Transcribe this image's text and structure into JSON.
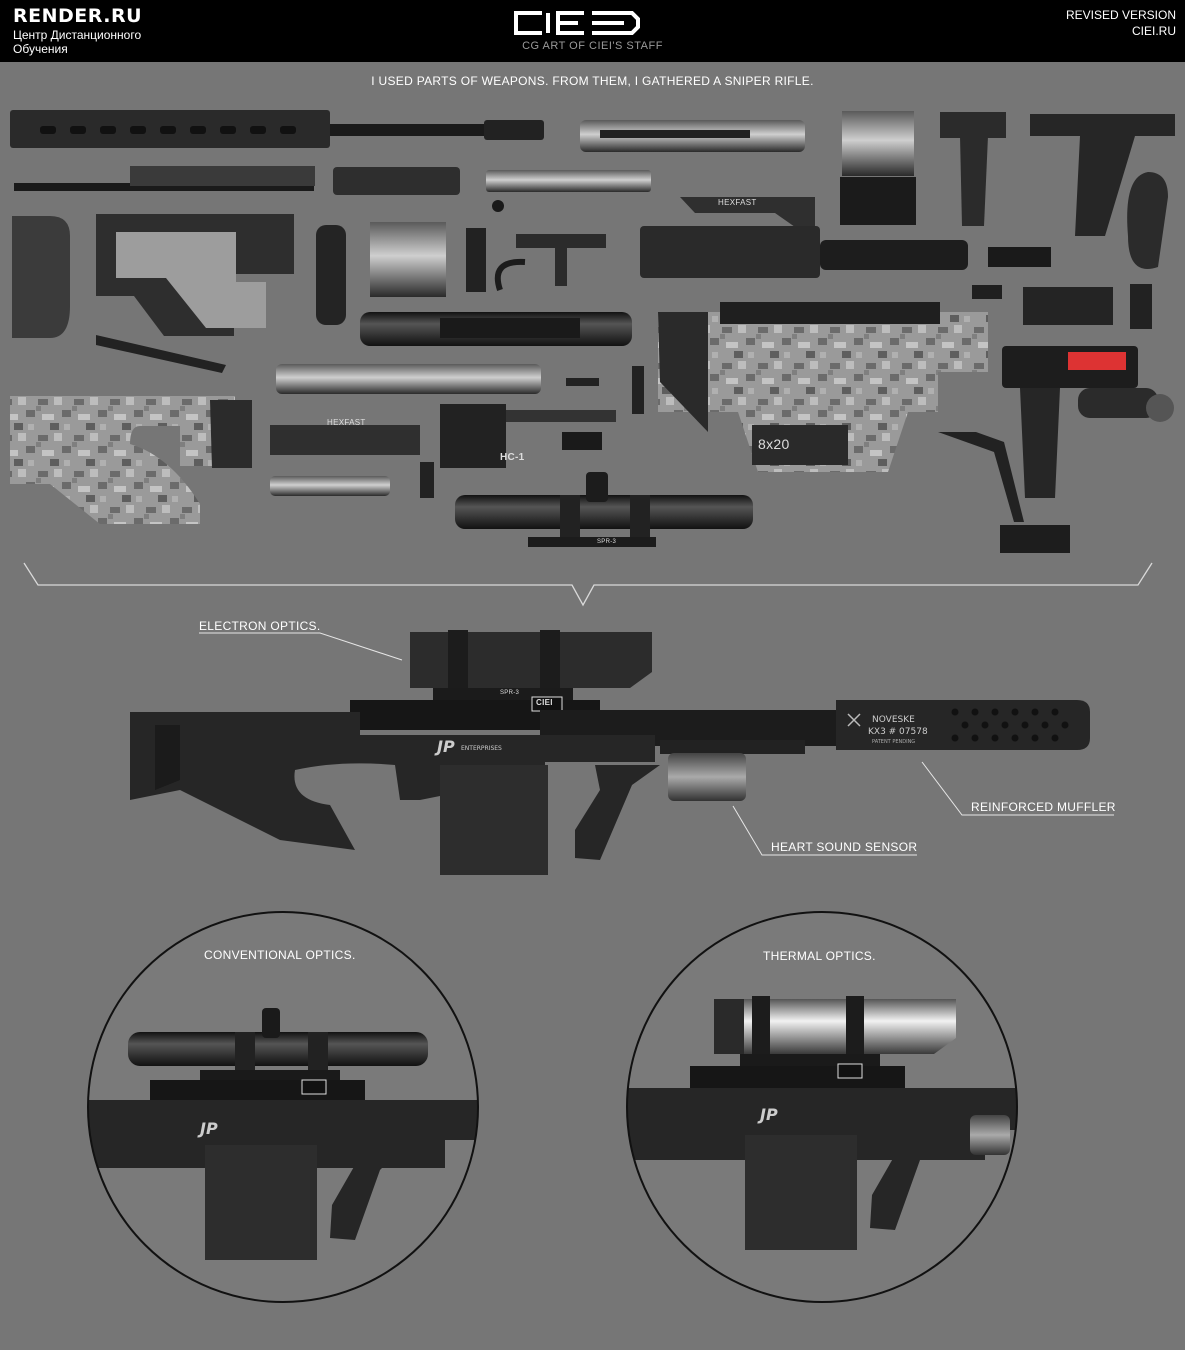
{
  "header": {
    "brand": "RENDER.RU",
    "brand_subtitle": "Центр Дистанционного Обучения",
    "logo_caption": "CG ART OF CIEI'S STAFF",
    "revised_label": "REVISED VERSION",
    "site": "CIEI.RU"
  },
  "intro": "I USED PARTS OF WEAPONS. FROM THEM, I GATHERED A SNIPER RIFLE.",
  "callouts": {
    "electron_optics": "ELECTRON OPTICS.",
    "reinforced_muffler": "REINFORCED MUFFLER",
    "heart_sound_sensor": "HEART SOUND SENSOR",
    "conventional_optics": "CONVENTIONAL OPTICS.",
    "thermal_optics": "THERMAL OPTICS."
  },
  "markings": {
    "muffler_brand": "NOVESKE",
    "muffler_serial": "KX3 # 07578",
    "muffler_note": "PATENT PENDING",
    "receiver_maker": "JP",
    "receiver_maker_sub": "ENTERPRISES",
    "rail_brand": "HEXFAST",
    "sight_model": "HC-1",
    "magnification": "8x20",
    "mount_label": "SPR-3",
    "logo_short": "CIEI"
  },
  "colors": {
    "background": "#767676",
    "header": "#000000",
    "part_dark": "#1f1f1f",
    "part_mid": "#3a3a3a",
    "camo_light": "#b5b5b5",
    "camo_dark": "#6b6b6b"
  }
}
